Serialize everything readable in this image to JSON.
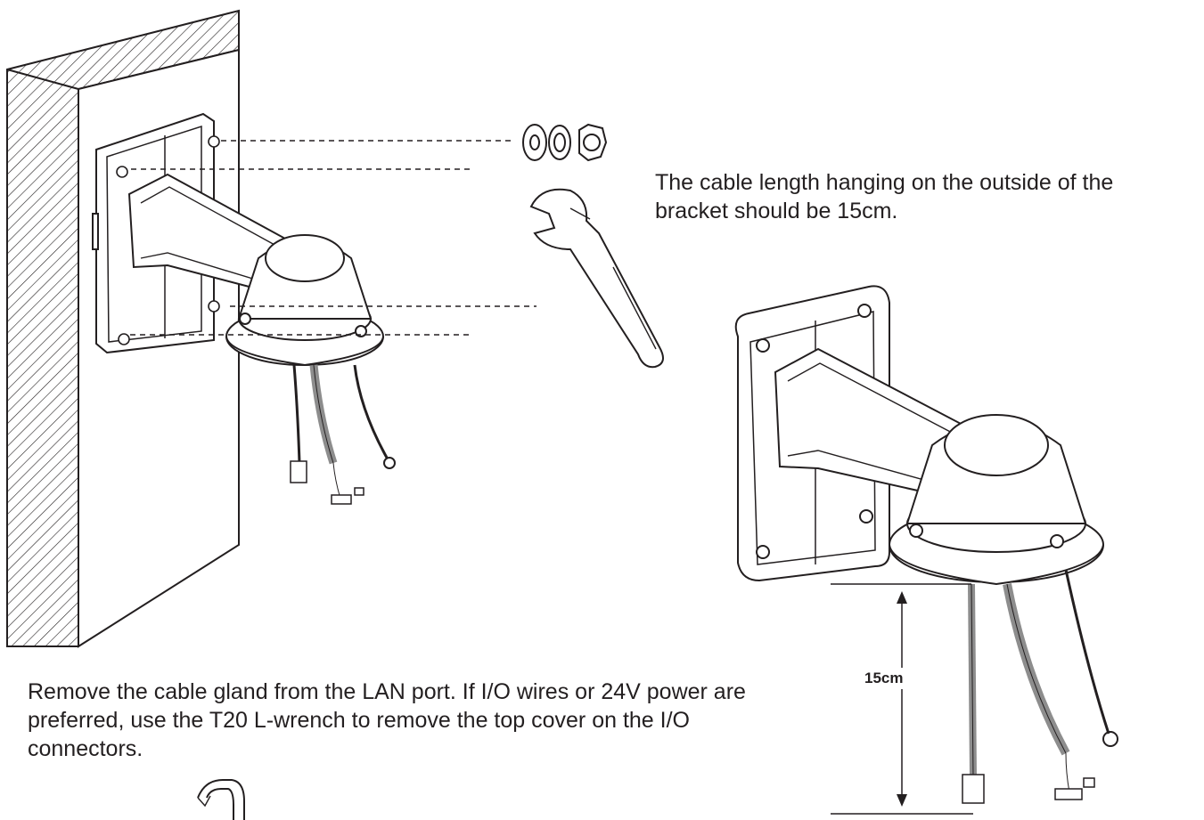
{
  "captions": {
    "cable_length_note": "The cable length hanging on the outside of the bracket should be 15cm.",
    "remove_gland_note": "Remove the cable gland from the LAN port. If I/O wires or 24V power are preferred, use the T20 L-wrench to remove the top cover on the I/O connectors."
  },
  "dimension": {
    "label": "15cm"
  }
}
